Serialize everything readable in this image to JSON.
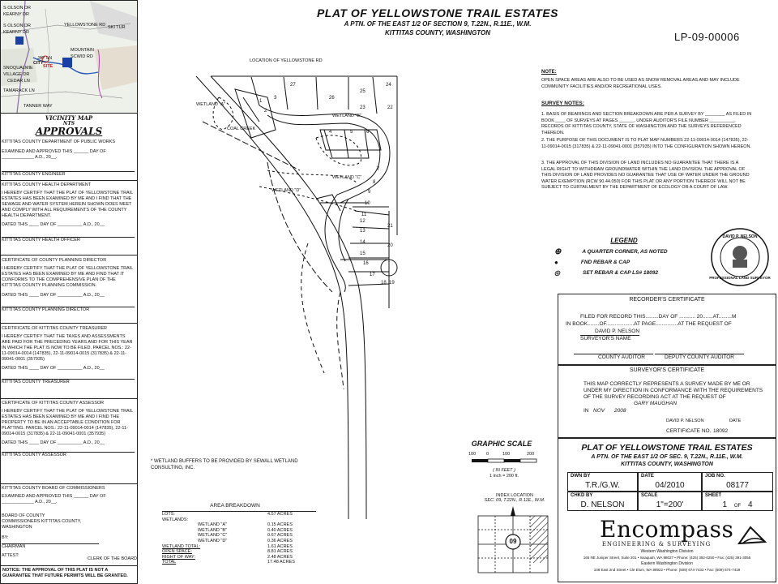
{
  "title": {
    "main": "PLAT OF YELLOWSTONE TRAIL ESTATES",
    "sub1": "A PTN. OF THE EAST 1/2 OF SECTION 9, T.22N., R.11E., W.M.",
    "sub2": "KITTITAS COUNTY, WASHINGTON",
    "doc_number": "LP-09-00006"
  },
  "vicinity": {
    "label1": "VICINITY MAP",
    "label2": "NTS",
    "roads": [
      "S OLSON DR",
      "KEARNY DR",
      "S OLSON DR",
      "KEARNY DR",
      "YELLOWSTONE RD",
      "SKI TUR",
      "MOUNTAIN SCWID RD",
      "SNOQUALMIE VILLAGE DR",
      "CEDAR LN",
      "TAMARACK LN",
      "TANNER WAY",
      "JAY LN",
      "CITY",
      "SITE"
    ]
  },
  "approvals": {
    "title": "APPROVALS",
    "sections": [
      {
        "head": "KITTITAS COUNTY DEPARTMENT OF PUBLIC WORKS",
        "body": "EXAMINED AND APPROVED THIS ______ DAY OF _____________ A.D., 20__.",
        "sign": "KITTITAS COUNTY ENGINEER"
      },
      {
        "head": "KITTITAS COUNTY HEALTH DEPARTMENT",
        "body": "I HEREBY CERTIFY THAT THE PLAT OF YELLOWSTONE TRAIL ESTATES HAS BEEN EXAMINED BY ME AND I FIND THAT THE SEWAGE AND WATER SYSTEM HEREIN SHOWN DOES MEET AND COMPLY WITH ALL REQUIREMENTS OF THE COUNTY HEALTH DEPARTMENT.",
        "dated": "DATED THIS ____ DAY OF __________ A.D., 20__",
        "sign": "KITTITAS COUNTY HEALTH OFFICER"
      },
      {
        "head": "CERTIFICATE OF COUNTY PLANNING DIRECTOR",
        "body": "I HEREBY CERTIFY THAT THE PLAT OF YELLOWSTONE TRAIL ESTATES HAS BEEN EXAMINED BY ME AND FIND THAT IT CONFORMS TO THE COMPREHENSIVE PLAN OF THE KITTITAS COUNTY PLANNING COMMISSION.",
        "dated": "DATED THIS ____ DAY OF __________ A.D., 20__",
        "sign": "KITTITAS COUNTY PLANNING DIRECTOR"
      },
      {
        "head": "CERTIFICATE OF KITTITAS COUNTY TREASURER",
        "body": "I HEREBY CERTIFY THAT THE TAXES AND ASSESSMENTS ARE PAID FOR THE PRECEDING YEARS AND FOR THIS YEAR IN WHICH THE PLAT IS NOW TO BE FILED. PARCEL NOS.: 22-11-09014-0014 (147835), 22-11-09014-0015 (317835) & 22-11-09041-0001 (357935)",
        "dated": "DATED THIS ____ DAY OF __________ A.D., 20__",
        "sign": "KITTITAS COUNTY TREASURER"
      },
      {
        "head": "CERTIFICATE OF KITTITAS COUNTY ASSESSOR",
        "body": "I HEREBY CERTIFY THAT THE PLAT OF YELLOWSTONE TRAIL ESTATES HAS BEEN EXAMINED BY ME AND I FIND THE PROPERTY TO BE IN AN ACCEPTABLE CONDITION FOR PLATTING. PARCEL NOS.: 22-11-09014-0014 (147835), 22-11-09014-0015 (317835) & 22-11-09041-0001 (357935)",
        "dated": "DATED THIS ____ DAY OF __________ A.D., 20__",
        "sign": "KITTITAS COUNTY ASSESSOR"
      },
      {
        "head": "KITTITAS COUNTY BOARD OF COMMISSIONERS",
        "body": "EXAMINED AND APPROVED THIS ______ DAY OF _____________ A.D., 20__.",
        "sign": ""
      }
    ],
    "board": "BOARD OF COUNTY COMMISSIONERS KITTITAS COUNTY, WASHINGTON",
    "by": "BY:",
    "chairman": "CHAIRMAN",
    "attest": "ATTEST:",
    "clerk": "CLERK OF THE BOARD",
    "notice": "NOTICE: THE APPROVAL OF THIS PLAT IS NOT A GUARANTEE THAT FUTURE PERMITS WILL BE GRANTED."
  },
  "map_labels": {
    "location": "LOCATION OF YELLOWSTONE RD",
    "wetland_a": "WETLAND \"A\"",
    "wetland_b": "WETLAND \"B\"",
    "wetland_c": "WETLAND \"C\"",
    "wetland_d": "WETLAND \"D\"",
    "coal_creek": "COAL CREEK",
    "lots": [
      "1",
      "2",
      "3",
      "4",
      "5",
      "6",
      "7",
      "8",
      "9",
      "10",
      "11",
      "12",
      "13",
      "14",
      "15",
      "16",
      "17",
      "18",
      "19",
      "20",
      "21",
      "22",
      "23",
      "24",
      "25",
      "26",
      "27"
    ]
  },
  "notes": {
    "note_head": "NOTE:",
    "note_body": "OPEN SPACE AREAS ARE ALSO TO BE USED AS SNOW REMOVAL AREAS AND MAY INCLUDE COMMUNITY FACILITIES AND/OR RECREATIONAL USES.",
    "survey_head": "SURVEY NOTES:",
    "survey_1": "1. BASIS OF BEARINGS AND SECTION BREAKDOWN ARE PER A SURVEY BY ________ AS FILED IN BOOK ____ OF SURVEYS AT PAGES ______, UNDER AUDITOR'S FILE NUMBER __________, RECORDS OF KITTITAS COUNTY, STATE OF WASHINGTON AND THE SURVEYS REFERENCED THEREON.",
    "survey_2": "2. THE PURPOSE OF THIS DOCUMENT IS TO PLAT MAP NUMBERS 22-11-09014-0014 (147835), 22-11-09014-0015 (317835) & 22-11-09041-0001 (357935) INTO THE CONFIGURATION SHOWN HEREON.",
    "survey_3": "3. THE APPROVAL OF THIS DIVISION OF LAND INCLUDES NO GUARANTEE THAT THERE IS A LEGAL RIGHT TO WITHDRAW GROUNDWATER WITHIN THE LAND DIVISION. THE APPROVAL OF THIS DIVISION OF LAND PROVIDES NO GUARANTEE THAT USE OF WATER UNDER THE GROUND WATER EXEMPTION (RCW 90.44.050) FOR THIS PLAT OR ANY PORTION THEREOF WILL NOT BE SUBJECT TO CURTAILMENT BY THE DEPARTMENT OF ECOLOGY OR A COURT OF LAW."
  },
  "seal": {
    "text": "DAVID P. NELSON",
    "sub": "PROFESSIONAL LAND SURVEYOR"
  },
  "legend": {
    "title": "LEGEND",
    "items": [
      "A QUARTER CORNER, AS NOTED",
      "FND REBAR & CAP",
      "SET REBAR & CAP LS# 18092"
    ]
  },
  "recorder": {
    "title": "RECORDER'S CERTIFICATE",
    "line1": "FILED FOR RECORD THIS.........DAY OF ........... 20.......AT.........M",
    "line2": "IN BOOK........OF...................AT PAGE...............AT THE REQUEST OF",
    "surveyor": "DAVID P. NELSON",
    "surveyor_label": "SURVEYOR'S NAME",
    "auditor": "COUNTY AUDITOR",
    "deputy": "DEPUTY COUNTY AUDITOR"
  },
  "surveyor_cert": {
    "title": "SURVEYOR'S CERTIFICATE",
    "body": "THIS MAP CORRECTLY REPRESENTS A SURVEY MADE BY ME OR UNDER MY DIRECTION IN CONFORMANCE WITH THE REQUIREMENTS OF THE SURVEY RECORDING ACT AT THE REQUEST OF",
    "request": "GARY MAUGHAN",
    "in": "IN",
    "month": "NOV",
    "year": "2008",
    "name": "DAVID P. NELSON",
    "date_label": "DATE",
    "cert_label": "CERTIFICATE NO.",
    "cert_no": "18092"
  },
  "wetland_note": "* WETLAND BUFFERS TO BE PROVIDED BY SEWALL WETLAND CONSULTING, INC.",
  "graphic_scale": {
    "title": "GRAPHIC SCALE",
    "ticks": [
      "100",
      "0",
      "100",
      "200"
    ],
    "unit": "( IN FEET )",
    "ratio": "1 inch = 200 ft."
  },
  "index": {
    "title": "INDEX LOCATION",
    "sub": "SEC. 09, T.22N., R.11E., W.M.",
    "section": "09"
  },
  "area": {
    "title": "AREA BREAKDOWN",
    "rows": [
      {
        "label": "LOTS:",
        "value": "4.57 ACRES"
      },
      {
        "label": "WETLANDS:",
        "value": ""
      },
      {
        "label": "WETLAND \"A\"",
        "value": "0.15 ACRES"
      },
      {
        "label": "WETLAND \"B\"",
        "value": "0.40 ACRES"
      },
      {
        "label": "WETLAND \"C\"",
        "value": "0.67 ACRES"
      },
      {
        "label": "WETLAND \"D\"",
        "value": "0.36 ACRES"
      },
      {
        "label": "WETLAND TOTAL:",
        "value": "1.61 ACRES"
      },
      {
        "label": "OPEN SPACE:",
        "value": "8.81 ACRES"
      },
      {
        "label": "RIGHT OF WAY:",
        "value": "2.48 ACRES"
      },
      {
        "label": "TOTAL",
        "value": "17.48 ACRES"
      }
    ]
  },
  "titleblock": {
    "title": "PLAT OF YELLOWSTONE TRAIL ESTATES",
    "sub1": "A PTN. OF THE EAST 1/2 OF SEC. 9, T.22N., R.11E., W.M.",
    "sub2": "KITTITAS COUNTY, WASHINGTON",
    "dwn_label": "DWN BY",
    "dwn": "T.R./G.W.",
    "date_label": "DATE",
    "date": "04/2010",
    "job_label": "JOB NO.",
    "job": "08177",
    "chkd_label": "CHKD BY",
    "chkd": "D. NELSON",
    "scale_label": "SCALE",
    "scale": "1\"=200'",
    "sheet_label": "SHEET",
    "sheet": "1",
    "of": "OF",
    "sheets": "4"
  },
  "company": {
    "name": "Encompass",
    "tag": "ENGINEERING & SURVEYING",
    "div1": "Western Washington Division",
    "addr1": "165 NE Juniper Street, Suite 201 • Issaquah, WA 98027 • Phone: (425) 392-0250 • Fax: (425) 391-3055",
    "div2": "Eastern Washington Division",
    "addr2": "108 East 2nd Street • Cle Elum, WA 98922 • Phone: (509) 674-7433 • Fax: (509) 674-7419"
  }
}
